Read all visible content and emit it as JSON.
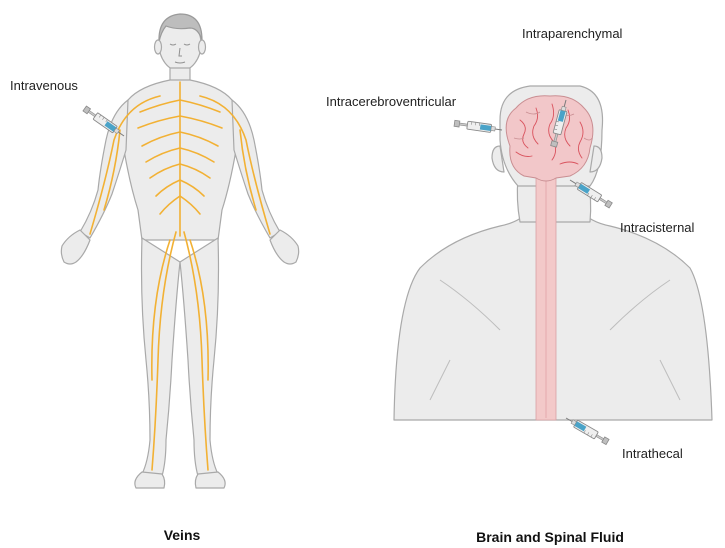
{
  "labels": {
    "intravenous": "Intravenous",
    "intraparenchymal": "Intraparenchymal",
    "intracerebroventricular": "Intracerebroventricular",
    "intracisternal": "Intracisternal",
    "intrathecal": "Intrathecal"
  },
  "captions": {
    "left": "Veins",
    "right": "Brain and Spinal Fluid"
  },
  "colors": {
    "skin": "#ececec",
    "skin_outline": "#a9a9a9",
    "hair": "#bdbdbd",
    "nerves": "#f2b134",
    "brain": "#f2c7c9",
    "brain_vessels": "#d9535e",
    "spinal_cord": "#f3c9c9",
    "syringe_barrel": "#e6e6e6",
    "syringe_liquid": "#4aa3c8"
  },
  "icons": {
    "syringe": "syringe-icon",
    "brain": "brain-icon",
    "human_body": "human-body-icon"
  }
}
